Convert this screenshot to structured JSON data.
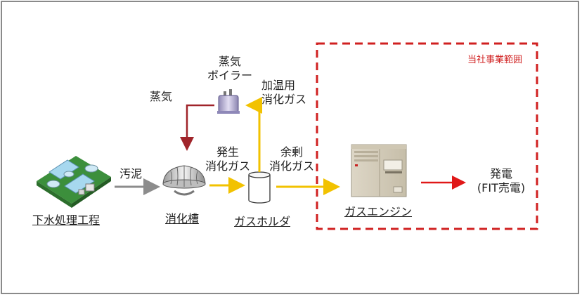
{
  "scope": {
    "label": "当社事業範囲",
    "color": "#d02020"
  },
  "nodes": {
    "sewage": {
      "label": "下水処理工程",
      "icon": "treatment-plant-icon"
    },
    "digester": {
      "label": "消化槽",
      "icon": "digester-tank-icon"
    },
    "holder": {
      "label": "ガスホルダ",
      "icon": "gas-holder-icon"
    },
    "engine": {
      "label": "ガスエンジン",
      "icon": "gas-engine-icon"
    },
    "boiler": {
      "line1": "蒸気",
      "line2": "ボイラー",
      "icon": "steam-boiler-icon"
    },
    "power": {
      "line1": "発電",
      "line2": "(FIT売電)"
    }
  },
  "flows": {
    "sludge": "汚泥",
    "steam": "蒸気",
    "generated_gas": {
      "line1": "発生",
      "line2": "消化ガス"
    },
    "surplus_gas": {
      "line1": "余剰",
      "line2": "消化ガス"
    },
    "heating_gas": {
      "line1": "加温用",
      "line2": "消化ガス"
    }
  },
  "colors": {
    "gas_arrow": "#f2c200",
    "steam_arrow": "#a0242a",
    "sludge_arrow": "#8c8c8c",
    "power_arrow": "#e01818"
  }
}
